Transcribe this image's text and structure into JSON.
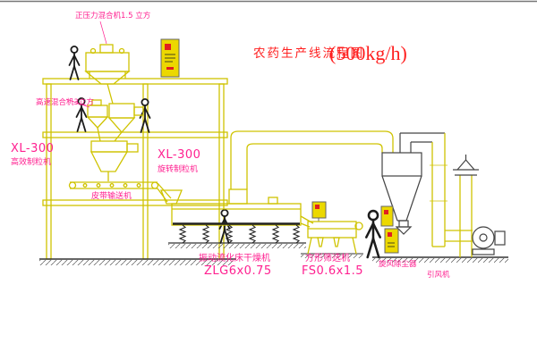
{
  "diagram": {
    "title": {
      "text": "农药生产线流程图",
      "capacity": "(500kg/h)"
    },
    "colors": {
      "equipment_line": "#cfc300",
      "label_magenta": "#ff2090",
      "title_red": "#ff2020",
      "figure_black": "#1c1c1c",
      "panel_yellow": "#ecd800",
      "button_red": "#e02020"
    },
    "labels": {
      "pressure_mixer": "正压力混合机1.5 立方",
      "high_speed_mixer": "高速混合机3立方",
      "granulator_left_model": "XL-300",
      "granulator_left_name": "高效制粒机",
      "granulator_mid_model": "XL-300",
      "granulator_mid_name": "旋转制粒机",
      "belt_conveyor": "皮带输送机",
      "dryer_name": "振动流化床干燥机",
      "dryer_model": "ZLG6x0.75",
      "sieve_name": "方形筛选机",
      "sieve_model": "FS0.6x1.5",
      "cyclone": "旋风除尘器",
      "induced_fan": "引风机"
    }
  }
}
